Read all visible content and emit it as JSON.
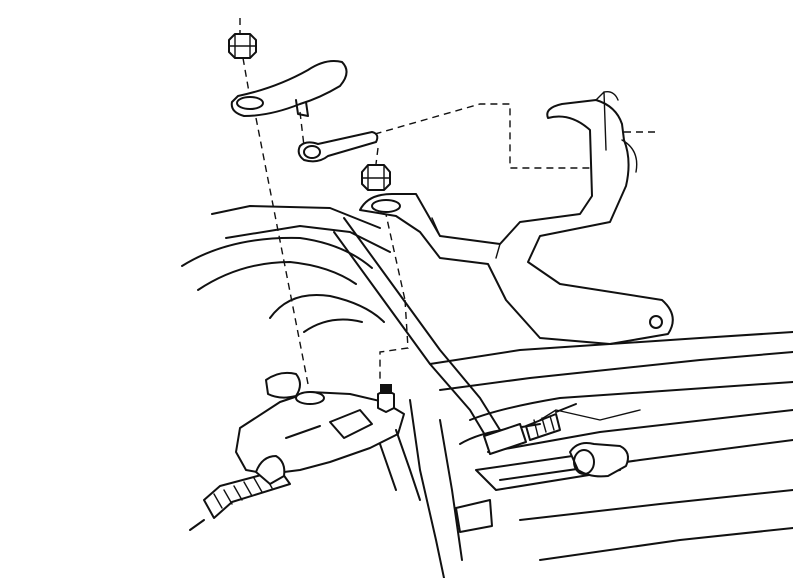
{
  "diagram": {
    "kind": "exploded assembly line drawing",
    "labels": [],
    "colors": {
      "ink": "#111111",
      "paper": "#ffffff"
    },
    "parts": [
      "nut-upper-left",
      "lever-arm",
      "ball-stud-link",
      "nut-middle",
      "mounting-bracket",
      "transmission-housing",
      "cable-harness",
      "lower-bracket",
      "shift-cable"
    ]
  }
}
